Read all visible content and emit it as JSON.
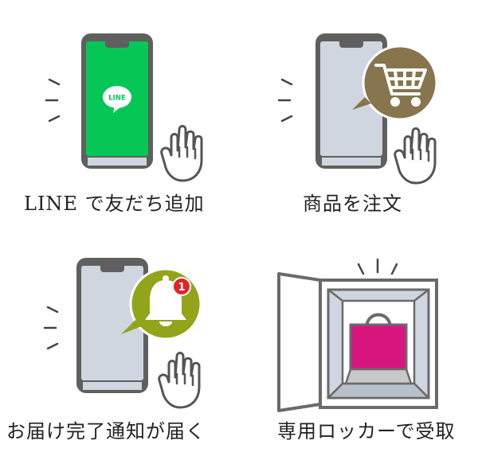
{
  "steps": [
    {
      "caption": "LINE で友だち追加",
      "icon": "line-logo-icon",
      "logo_text": "LINE"
    },
    {
      "caption": "商品を注文",
      "icon": "shopping-cart-icon"
    },
    {
      "caption": "お届け完了通知が届く",
      "icon": "bell-icon",
      "badge_count": "1"
    },
    {
      "caption": "専用ロッカーで受取",
      "icon": "shopping-bag-icon"
    }
  ],
  "colors": {
    "line_green": "#06c755",
    "phone_frame": "#5f5f5f",
    "phone_screen": "#cfd6e0",
    "cart_bubble": "#86754d",
    "bell_bubble": "#92a51a",
    "badge_red": "#e0242a",
    "bag_magenta": "#d8157f",
    "locker_frame": "#6a6a6a"
  }
}
